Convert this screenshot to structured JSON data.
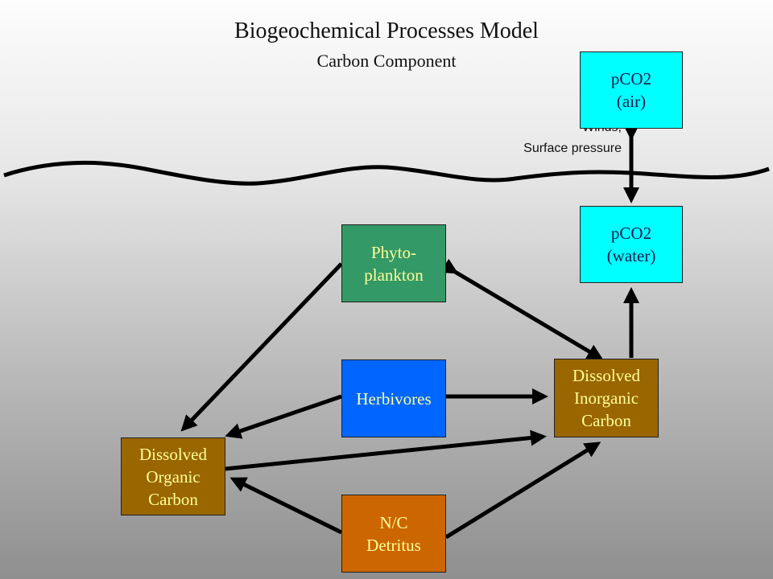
{
  "title": "Biogeochemical Processes Model",
  "subtitle": "Carbon Component",
  "annotation": {
    "line1": "Winds,",
    "line2": "Surface pressure"
  },
  "nodes": {
    "pco2_air": "pCO2\n(air)",
    "pco2_water": "pCO2\n(water)",
    "phytoplankton": "Phyto-\nplankton",
    "herbivores": "Herbivores",
    "dic": "Dissolved\nInorganic\nCarbon",
    "doc": "Dissolved\nOrganic\nCarbon",
    "detritus": "N/C\nDetritus"
  },
  "colors": {
    "cyan": "#00ffff",
    "green": "#339966",
    "blue": "#0066ff",
    "brown": "#996600",
    "orange": "#cc6600",
    "yellow_text": "#ffff99",
    "dark_text": "#1a1a4d",
    "arrow": "#000000"
  }
}
